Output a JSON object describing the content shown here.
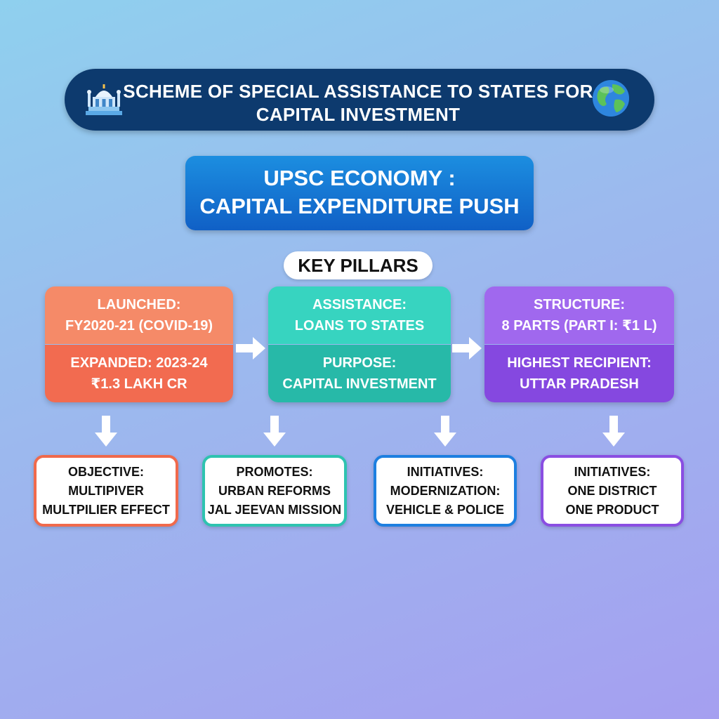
{
  "header": {
    "title_line1": "SCHEME OF SPECIAL ASSISTANCE TO STATES FOR",
    "title_line2": "CAPITAL INVESTMENT",
    "left_icon": "monument-icon",
    "right_icon": "globe-icon",
    "bar_color": "#0d3a6e"
  },
  "subtitle": {
    "line1": "UPSC ECONOMY :",
    "line2": "CAPITAL EXPENDITURE PUSH",
    "color": "#1471d4"
  },
  "pillars_label": "KEY PILLARS",
  "pillars": [
    {
      "top_line1": "LAUNCHED:",
      "top_line2": "FY2020-21 (COVID-19)",
      "bottom_line1": "EXPANDED: 2023-24",
      "bottom_line2": "₹1.3 LAKH CR",
      "color": "#f26b50"
    },
    {
      "top_line1": "ASSISTANCE:",
      "top_line2": "LOANS TO STATES",
      "bottom_line1": "PURPOSE:",
      "bottom_line2": "CAPITAL INVESTMENT",
      "color": "#27b9a8"
    },
    {
      "top_line1": "STRUCTURE:",
      "top_line2": "8 PARTS (PART I: ₹1 L)",
      "bottom_line1": "HIGHEST RECIPIENT:",
      "bottom_line2": "UTTAR PRADESH",
      "color": "#8548e0"
    }
  ],
  "cards": [
    {
      "line1": "OBJECTIVE:",
      "line2": "MULTIPIVER",
      "line3": "MULTPILIER EFFECT",
      "color": "#f06a4c"
    },
    {
      "line1": "PROMOTES:",
      "line2": "URBAN REFORMS",
      "line3": "JAL JEEVAN MISSION",
      "color": "#2ec3b0"
    },
    {
      "line1": "INITIATIVES:",
      "line2": "MODERNIZATION:",
      "line3": "VEHICLE & POLICE",
      "color": "#1d7fe0"
    },
    {
      "line1": "INITIATIVES:",
      "line2": "ONE DISTRICT",
      "line3": "ONE PRODUCT",
      "color": "#8a4ee2"
    }
  ]
}
